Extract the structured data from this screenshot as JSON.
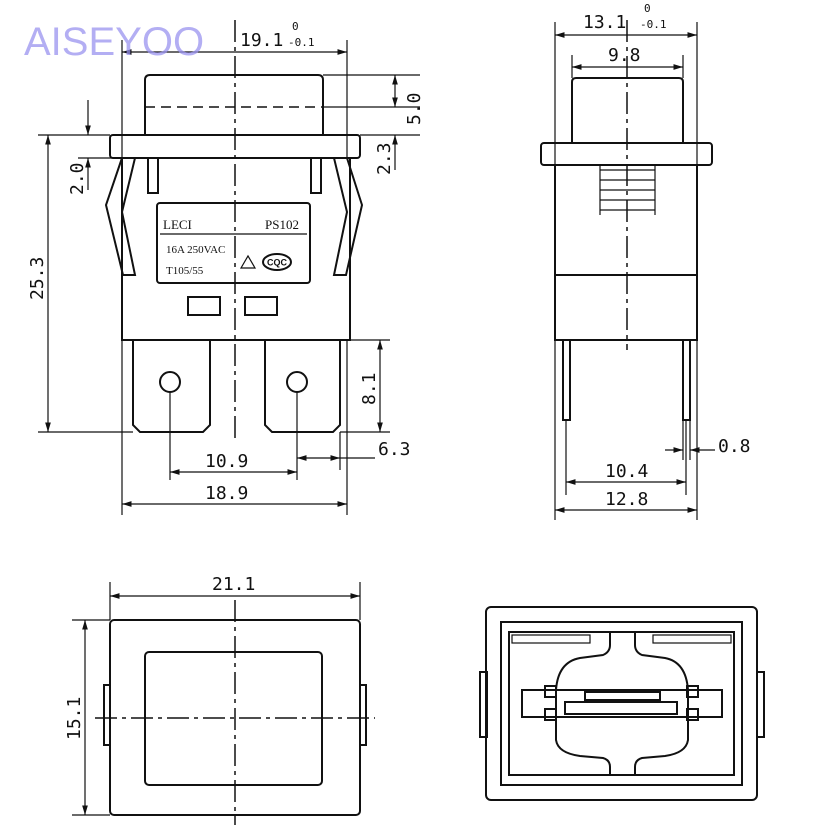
{
  "watermark": "AISEYOO",
  "front_view": {
    "width_dim": "19.1",
    "width_tol_upper": "0",
    "width_tol_lower": "-0.1",
    "height_dim": "25.3",
    "flange_dim": "2.0",
    "cap_dim": "5.0",
    "cap_offset_dim": "2.3",
    "terminal_length_dim": "8.1",
    "terminal_pitch_dim": "10.9",
    "terminal_width_dim": "6.3",
    "body_width_dim": "18.9",
    "label": {
      "brand": "LECI",
      "model": "PS102",
      "rating": "16A 250VAC",
      "temp": "T105/55",
      "cert_mark": "CQC"
    }
  },
  "side_view": {
    "width_dim": "13.1",
    "width_tol_upper": "0",
    "width_tol_lower": "-0.1",
    "cap_width_dim": "9.8",
    "pin_thickness_dim": "0.8",
    "pin_pitch_dim": "10.4",
    "body_width_dim": "12.8"
  },
  "top_view": {
    "width_dim": "21.1",
    "height_dim": "15.1"
  }
}
